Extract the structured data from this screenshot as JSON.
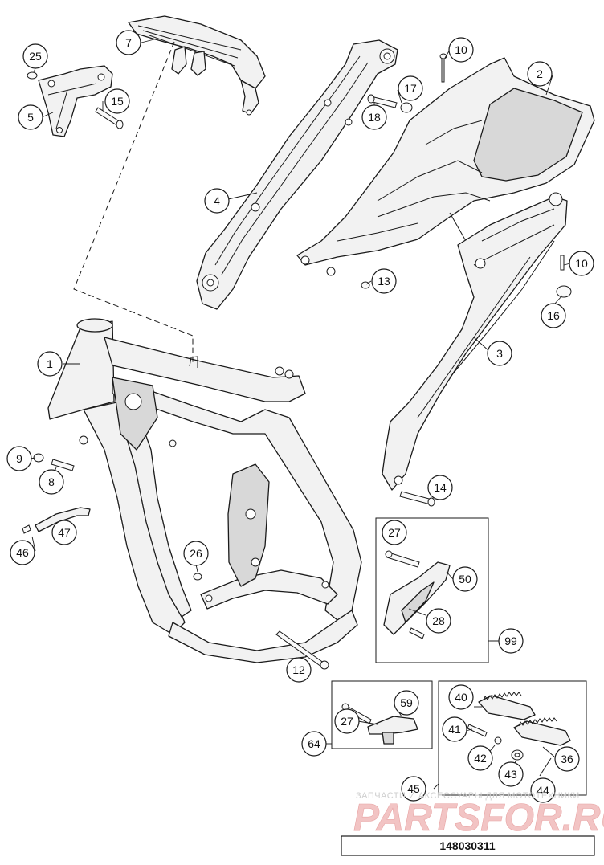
{
  "drawing_number": "148030311",
  "watermark": {
    "caption": "ЗАПЧАСТИ И АКСЕССУАРЫ ДЛЯ МОТОТЕХНИКИ",
    "logo": "PARTSFOR.RU"
  },
  "callouts": {
    "c1": "1",
    "c2": "2",
    "c3": "3",
    "c4": "4",
    "c5": "5",
    "c7": "7",
    "c8": "8",
    "c9": "9",
    "c10a": "10",
    "c10b": "10",
    "c12": "12",
    "c13": "13",
    "c14": "14",
    "c15": "15",
    "c16": "16",
    "c17": "17",
    "c18": "18",
    "c25": "25",
    "c26": "26",
    "c27a": "27",
    "c27b": "27",
    "c28": "28",
    "c36": "36",
    "c40": "40",
    "c41": "41",
    "c42": "42",
    "c43": "43",
    "c44": "44",
    "c45": "45",
    "c46": "46",
    "c47": "47",
    "c50": "50",
    "c59": "59",
    "c64": "64",
    "c99": "99"
  }
}
